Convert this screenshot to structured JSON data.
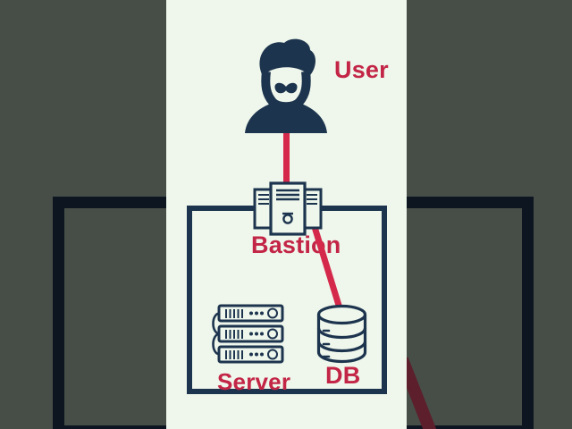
{
  "diagram": {
    "title_context": "ssh-bastion-architecture",
    "nodes": [
      {
        "id": "user",
        "label": "User",
        "icon": "person-beard-icon"
      },
      {
        "id": "bastion",
        "label": "Bastion",
        "icon": "server-tower-lock-icon"
      },
      {
        "id": "server",
        "label": "Server",
        "icon": "server-rack-stack-icon"
      },
      {
        "id": "db",
        "label": "DB",
        "icon": "database-cylinder-icon"
      }
    ],
    "connections": [
      {
        "from": "user",
        "to": "bastion",
        "style": "solid-red"
      },
      {
        "from": "bastion",
        "to": "db",
        "style": "solid-red"
      }
    ],
    "boundary": {
      "contains": [
        "bastion",
        "server",
        "db"
      ],
      "bastion_on_edge": true
    }
  },
  "colors": {
    "bg-gray": "#474e48",
    "frame-dark": "#0d1520",
    "strip": "#eff7ec",
    "navy": "#1d344e",
    "red-line": "#d5294b",
    "red-text": "#c32546",
    "dim-red": "#5c1f2b"
  }
}
